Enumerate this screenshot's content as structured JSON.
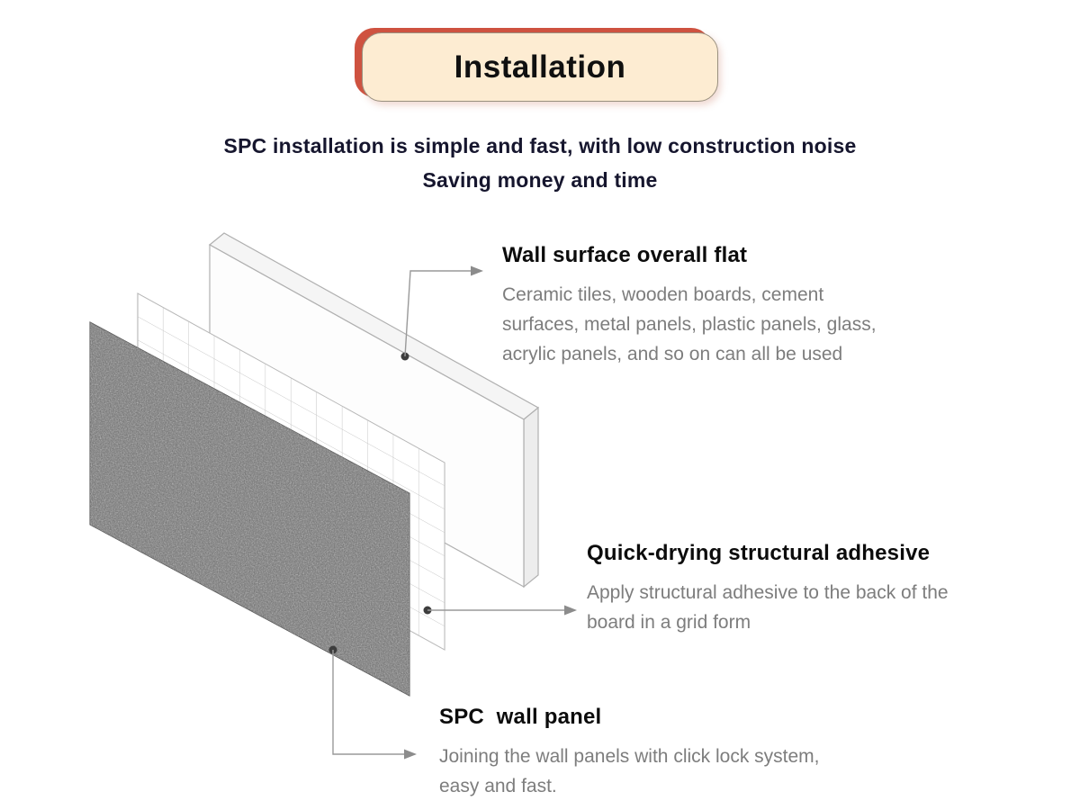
{
  "banner": {
    "title": "Installation",
    "bg_color": "#fdecd2",
    "accent_color": "#cf5240",
    "text_color": "#101010"
  },
  "intro": {
    "line1": "SPC installation is simple and fast, with low construction noise",
    "line2": "Saving money and time"
  },
  "diagram": {
    "layers": [
      "wall-surface-panel",
      "adhesive-grid-panel",
      "spc-wall-panel"
    ],
    "panel_color": "#6b6b6b",
    "line_color": "#999999"
  },
  "annotations": [
    {
      "heading": "Wall surface overall flat",
      "body_lines": [
        "Ceramic tiles, wooden boards, cement",
        "surfaces, metal panels, plastic panels, glass,",
        "acrylic panels, and so on can all be used"
      ]
    },
    {
      "heading": "Quick-drying structural adhesive",
      "body_lines": [
        "Apply structural adhesive to the back of the",
        "board in a grid form"
      ]
    },
    {
      "heading": "SPC  wall panel",
      "body_lines": [
        "Joining the wall panels with click lock system,",
        "easy and fast."
      ]
    }
  ]
}
